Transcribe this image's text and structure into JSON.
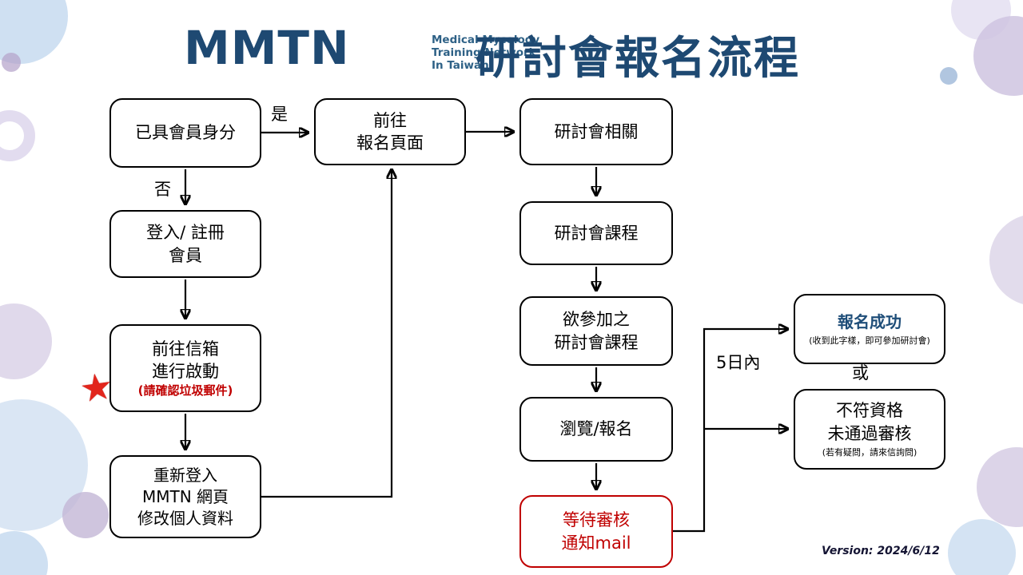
{
  "header": {
    "logo_text": "MMTN",
    "tagline_line1": "Medical Mycology",
    "tagline_line2": "Training Network",
    "tagline_line3": "In Taiwan",
    "title": "研討會報名流程"
  },
  "flow": {
    "member_status": {
      "line1": "已具會員身分"
    },
    "login_register": {
      "line1": "登入/ 註冊",
      "line2": "會員"
    },
    "activate_inbox": {
      "line1": "前往信箱",
      "line2": "進行啟動",
      "note": "(請確認垃圾郵件)"
    },
    "relogin": {
      "line1": "重新登入",
      "line2": "MMTN 網頁",
      "line3": "修改個人資料"
    },
    "goto_registration": {
      "line1": "前往",
      "line2": "報名頁面"
    },
    "seminar_related": {
      "line1": "研討會相關"
    },
    "seminar_course": {
      "line1": "研討會課程"
    },
    "desired_course": {
      "line1": "欲參加之",
      "line2": "研討會課程"
    },
    "browse_register": {
      "line1": "瀏覽/報名"
    },
    "wait_review": {
      "line1": "等待審核",
      "line2": "通知mail"
    },
    "success": {
      "line1": "報名成功",
      "note": "(收到此字樣，即可參加研討會)"
    },
    "rejected": {
      "line1": "不符資格",
      "line2": "未通過審核",
      "note": "(若有疑問，請來信詢問)"
    }
  },
  "labels": {
    "yes": "是",
    "no": "否",
    "within_days": "5日內",
    "or": "或"
  },
  "icons": {
    "star": "★"
  },
  "footer": {
    "version": "Version: 2024/6/12"
  },
  "colors": {
    "navy": "#1E4972",
    "red": "#C00000",
    "line_black": "#000000"
  }
}
